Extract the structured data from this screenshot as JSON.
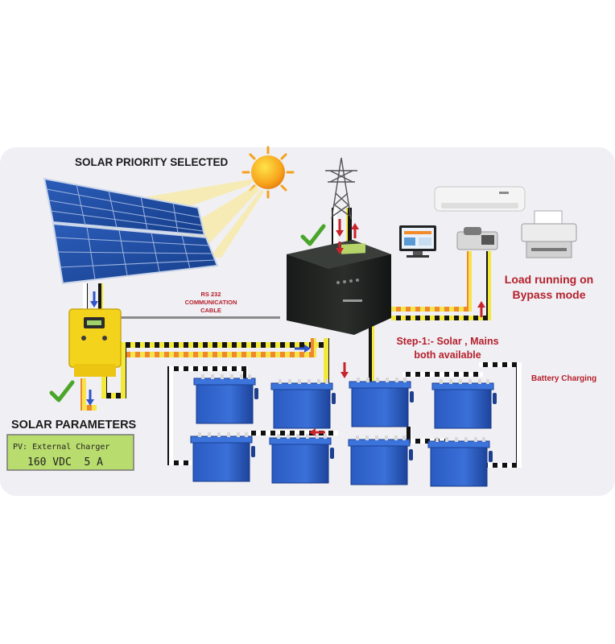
{
  "labels": {
    "solar_priority": "SOLAR PRIORITY SELECTED",
    "rs232_line1": "RS 232",
    "rs232_line2": "COMMUNICATION",
    "rs232_line3": "CABLE",
    "load_line1": "Load running on",
    "load_line2": "Bypass mode",
    "step_line1": "Step-1:- Solar , Mains",
    "step_line2": "both available",
    "battery_charging": "Battery Charging",
    "solar_parameters": "SOLAR PARAMETERS"
  },
  "lcd": {
    "line1": "PV: External Charger",
    "line2": "160 VDC  5 A"
  },
  "colors": {
    "label_red": "#b5202b",
    "battery_blue": "#2f63c9",
    "lcd_green": "#b9dc6e",
    "inverter_black": "#1f2220",
    "charger_yellow": "#f4d31d",
    "check_green": "#4aa62a"
  },
  "icons": [
    "sun-icon",
    "solar-panel-icon",
    "transmission-tower-icon",
    "air-conditioner-icon",
    "computer-icon",
    "fax-machine-icon",
    "printer-icon",
    "solar-charger-icon",
    "inverter-icon",
    "battery-icon",
    "check-icon",
    "arrow-icon"
  ]
}
